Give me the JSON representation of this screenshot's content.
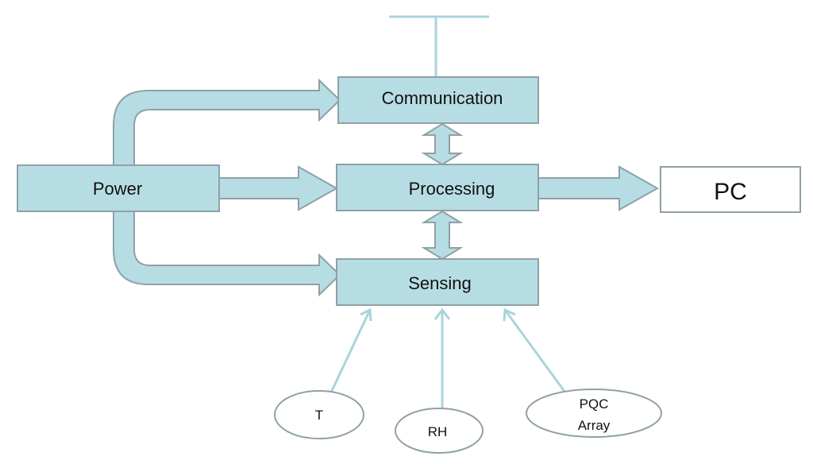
{
  "blocks": {
    "power": "Power",
    "communication": "Communication",
    "processing": "Processing",
    "sensing": "Sensing",
    "pc": "PC"
  },
  "sensors": {
    "t": "T",
    "rh": "RH",
    "pqc_line1": "PQC",
    "pqc_line2": "Array"
  },
  "colors": {
    "block_fill": "#b7dde4",
    "block_stroke": "#8fa1a6",
    "thin_arrow": "#a9d4dd",
    "pc_fill": "#ffffff",
    "pc_stroke": "#8fa1a6"
  }
}
